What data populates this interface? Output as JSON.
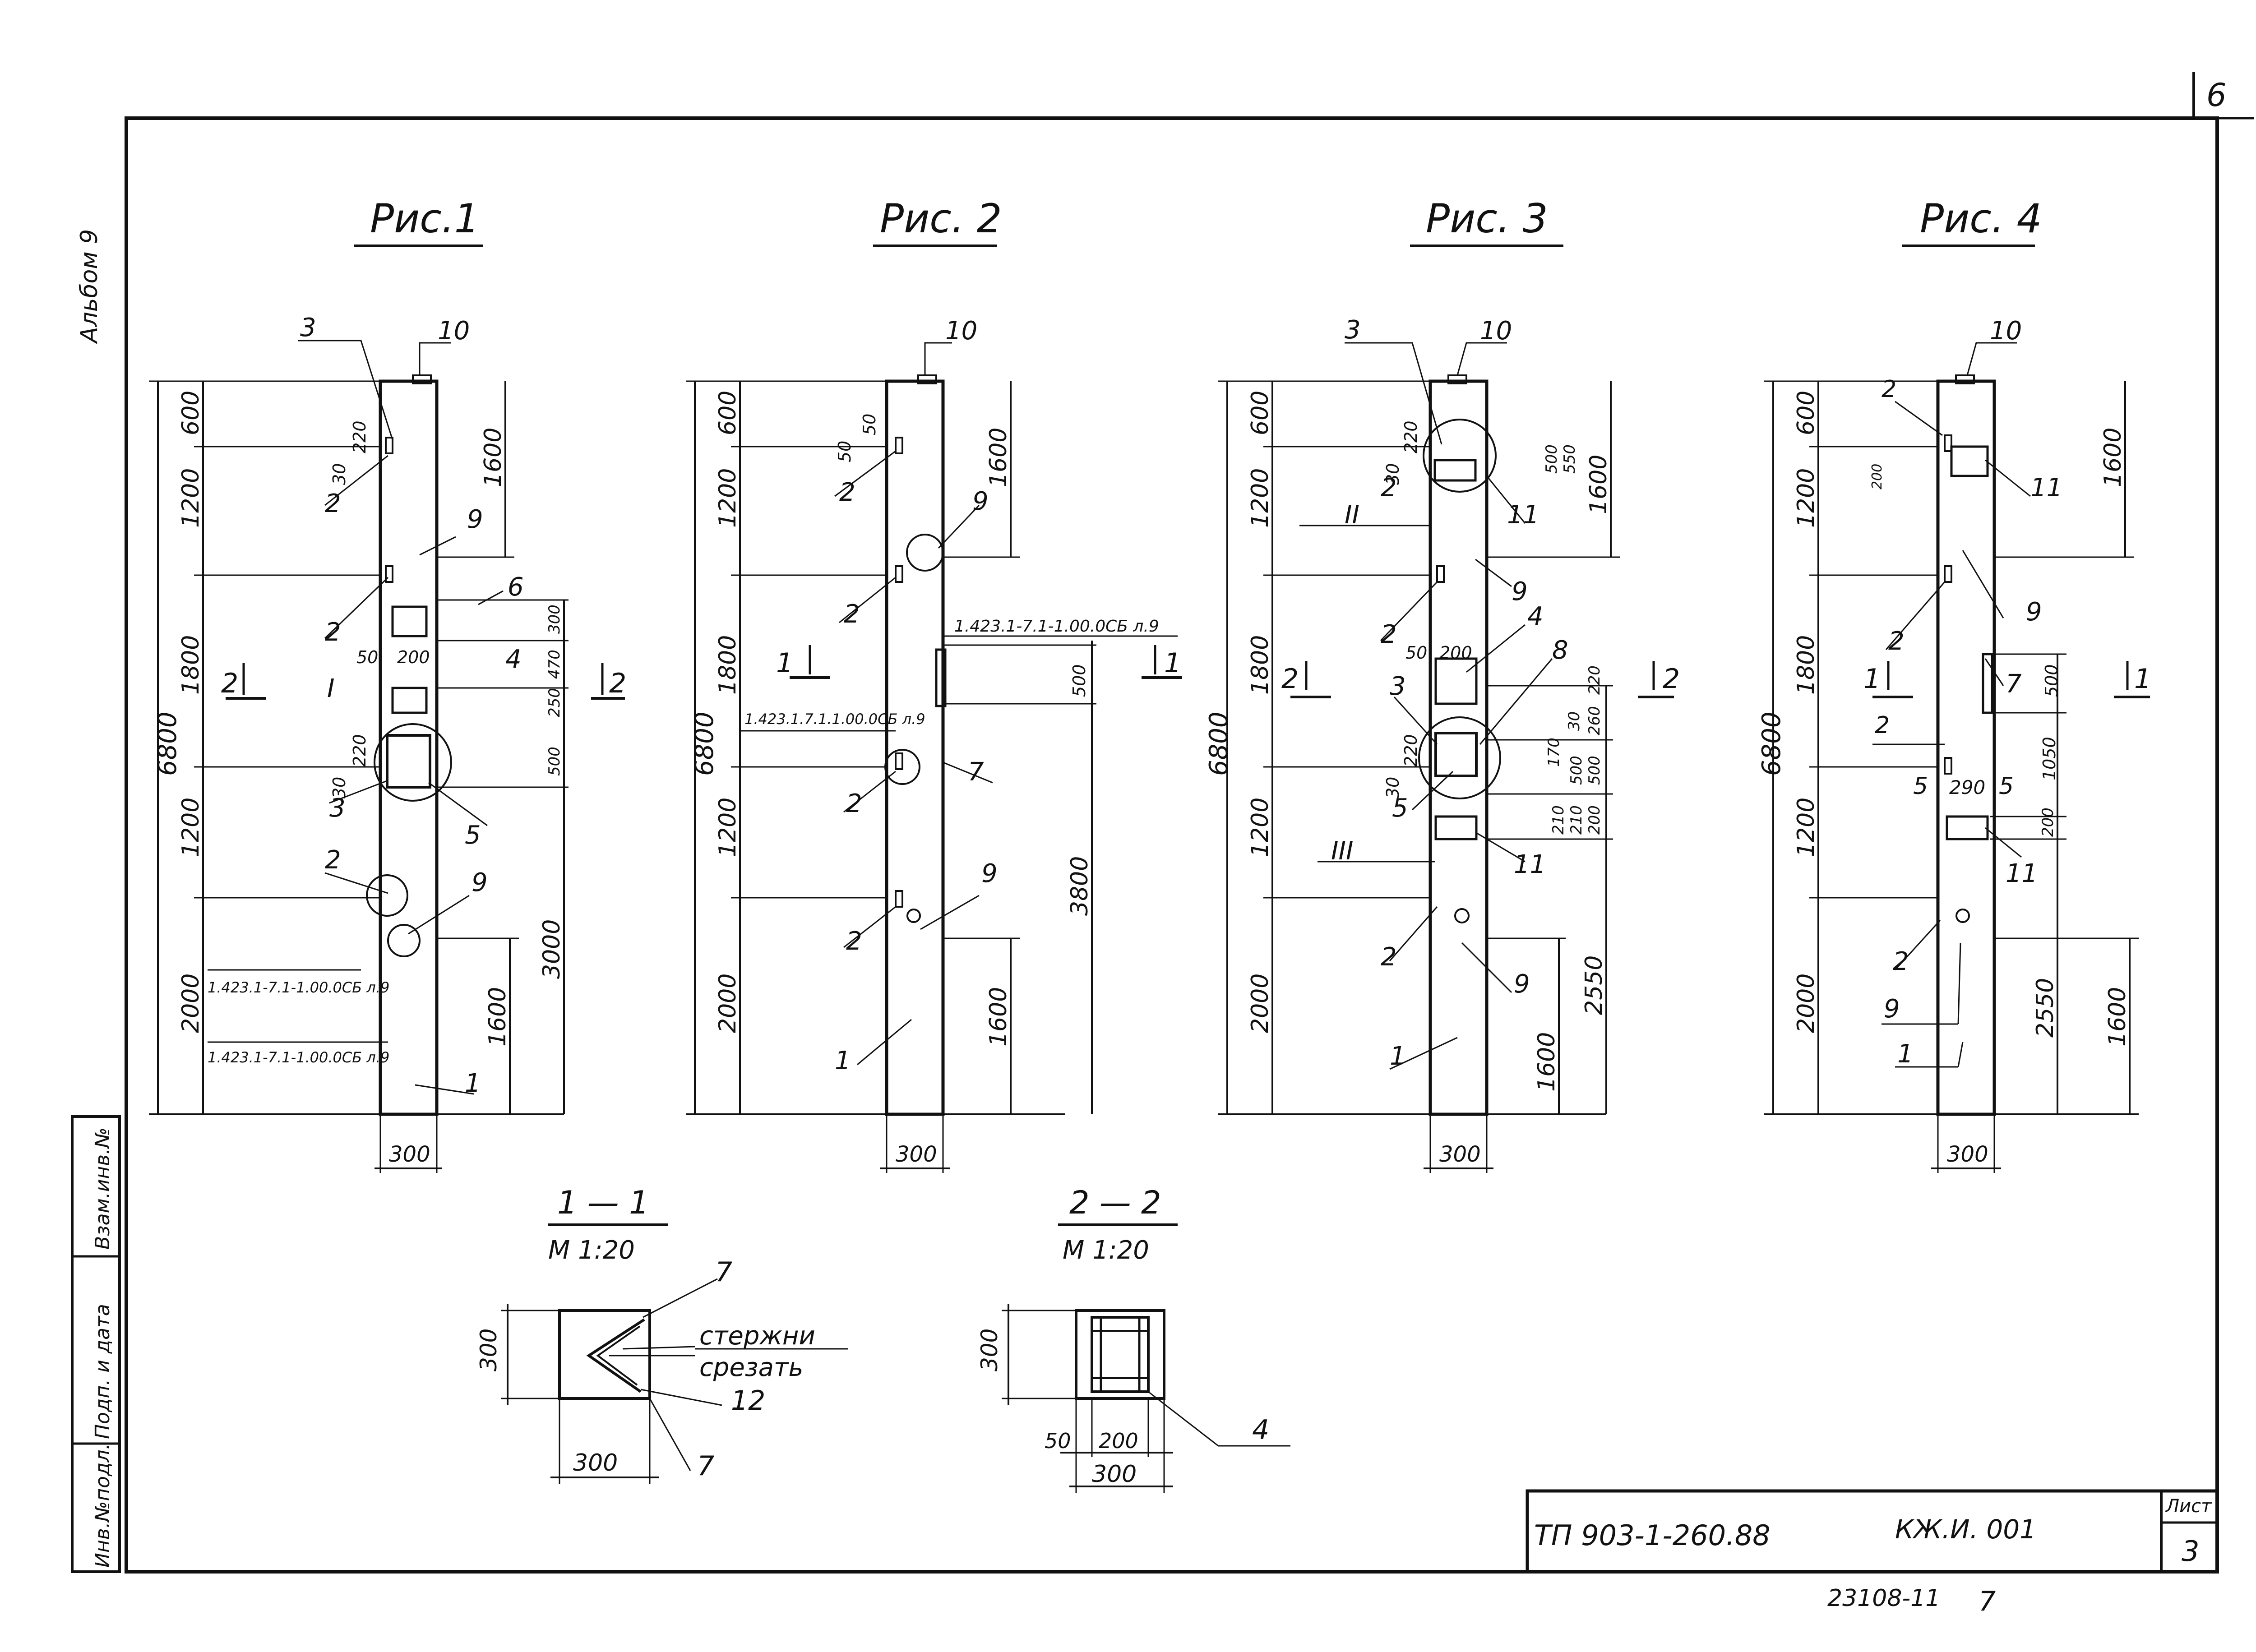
{
  "sheet": {
    "corner_number": "6",
    "side_label": "Альбом 9",
    "stamp_code": "ТП 903-1-260.88",
    "stamp_doc": "КЖ.И. 001",
    "stamp_sheet_label": "Лист",
    "stamp_sheet_number": "3",
    "bottom_number": "23108-11",
    "bottom_number_2": "7",
    "left_strip": [
      "Инв.№подл.",
      "Подп. и дата",
      "Взам.инв.№"
    ]
  },
  "figures": [
    {
      "title": "Рис.1",
      "overall": "6800",
      "left_dims": [
        "600",
        "1200",
        "1800",
        "1200",
        "2000"
      ],
      "right_dims": [
        "1600",
        "3000",
        "1600"
      ],
      "right_small": [
        "300",
        "470",
        "250",
        "500"
      ],
      "width": "300",
      "marks": [
        "1",
        "2",
        "2",
        "2",
        "3",
        "3",
        "4",
        "5",
        "6",
        "9",
        "9",
        "10"
      ],
      "small_dims": [
        "30",
        "220",
        "50",
        "200",
        "30",
        "220"
      ],
      "section": "2",
      "roman": "I",
      "refs": [
        "1.423.1-7.1-1.00.0СБ л.9",
        "1.423.1-7.1-1.00.0СБ л.9"
      ]
    },
    {
      "title": "Рис. 2",
      "overall": "6800",
      "left_dims": [
        "600",
        "1200",
        "1800",
        "1200",
        "2000"
      ],
      "right_dims": [
        "1600",
        "3800",
        "1600"
      ],
      "right_small": [
        "500"
      ],
      "width": "300",
      "marks": [
        "1",
        "2",
        "2",
        "2",
        "2",
        "7",
        "9",
        "9",
        "10"
      ],
      "small_dims": [
        "50",
        "50"
      ],
      "section": "1",
      "refs": [
        "1.423.1-7.1-1.00.0СБ л.9",
        "1.423.1.7.1.1.00.0СБ л.9"
      ]
    },
    {
      "title": "Рис. 3",
      "overall": "6800",
      "left_dims": [
        "600",
        "1200",
        "1800",
        "1200",
        "2000"
      ],
      "right_dims": [
        "1600",
        "2550",
        "1600"
      ],
      "right_small": [
        "500",
        "550",
        "500",
        "260",
        "220",
        "500",
        "210",
        "210",
        "200",
        "30",
        "170"
      ],
      "width": "300",
      "marks": [
        "1",
        "2",
        "2",
        "2",
        "3",
        "3",
        "4",
        "5",
        "8",
        "9",
        "9",
        "10",
        "11",
        "11"
      ],
      "small_dims": [
        "30",
        "220",
        "50",
        "200",
        "30",
        "220"
      ],
      "section": "2",
      "romans": [
        "II",
        "III"
      ]
    },
    {
      "title": "Рис. 4",
      "overall": "6800",
      "left_dims": [
        "600",
        "1200",
        "1800",
        "1200",
        "2000"
      ],
      "right_dims": [
        "1600",
        "2550",
        "1600"
      ],
      "right_small": [
        "500",
        "1050",
        "200"
      ],
      "width": "300",
      "marks": [
        "1",
        "2",
        "2",
        "2",
        "2",
        "5",
        "5",
        "7",
        "9",
        "9",
        "10",
        "11",
        "11"
      ],
      "small_dims": [
        "200",
        "290"
      ],
      "section": "1"
    }
  ],
  "sections": [
    {
      "title": "1 — 1",
      "scale": "М 1:20",
      "dim_v": "300",
      "dim_h": "300",
      "marks": [
        "7",
        "7",
        "12"
      ],
      "note": [
        "стержни",
        "срезать"
      ]
    },
    {
      "title": "2 — 2",
      "scale": "М 1:20",
      "dim_v": "300",
      "dim_h": "300",
      "dims_small": [
        "50",
        "200"
      ],
      "mark": "4"
    }
  ]
}
